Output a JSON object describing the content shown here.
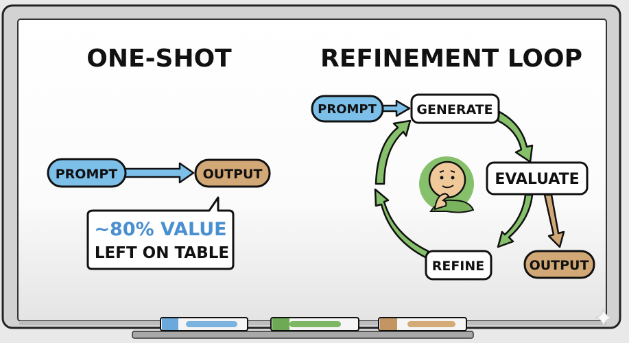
{
  "left": {
    "title": "ONE-SHOT",
    "prompt": "PROMPT",
    "output": "OUTPUT",
    "callout_line1": "~80% VALUE",
    "callout_line2": "LEFT ON TABLE"
  },
  "right": {
    "title": "REFINEMENT LOOP",
    "prompt": "PROMPT",
    "generate": "GENERATE",
    "evaluate": "EVALUATE",
    "refine": "REFINE",
    "output": "OUTPUT"
  },
  "colors": {
    "blue": "#7cc0ea",
    "brown": "#d2a877",
    "green": "#86c06a",
    "ink": "#111111"
  },
  "markers": [
    "blue",
    "green",
    "brown"
  ]
}
